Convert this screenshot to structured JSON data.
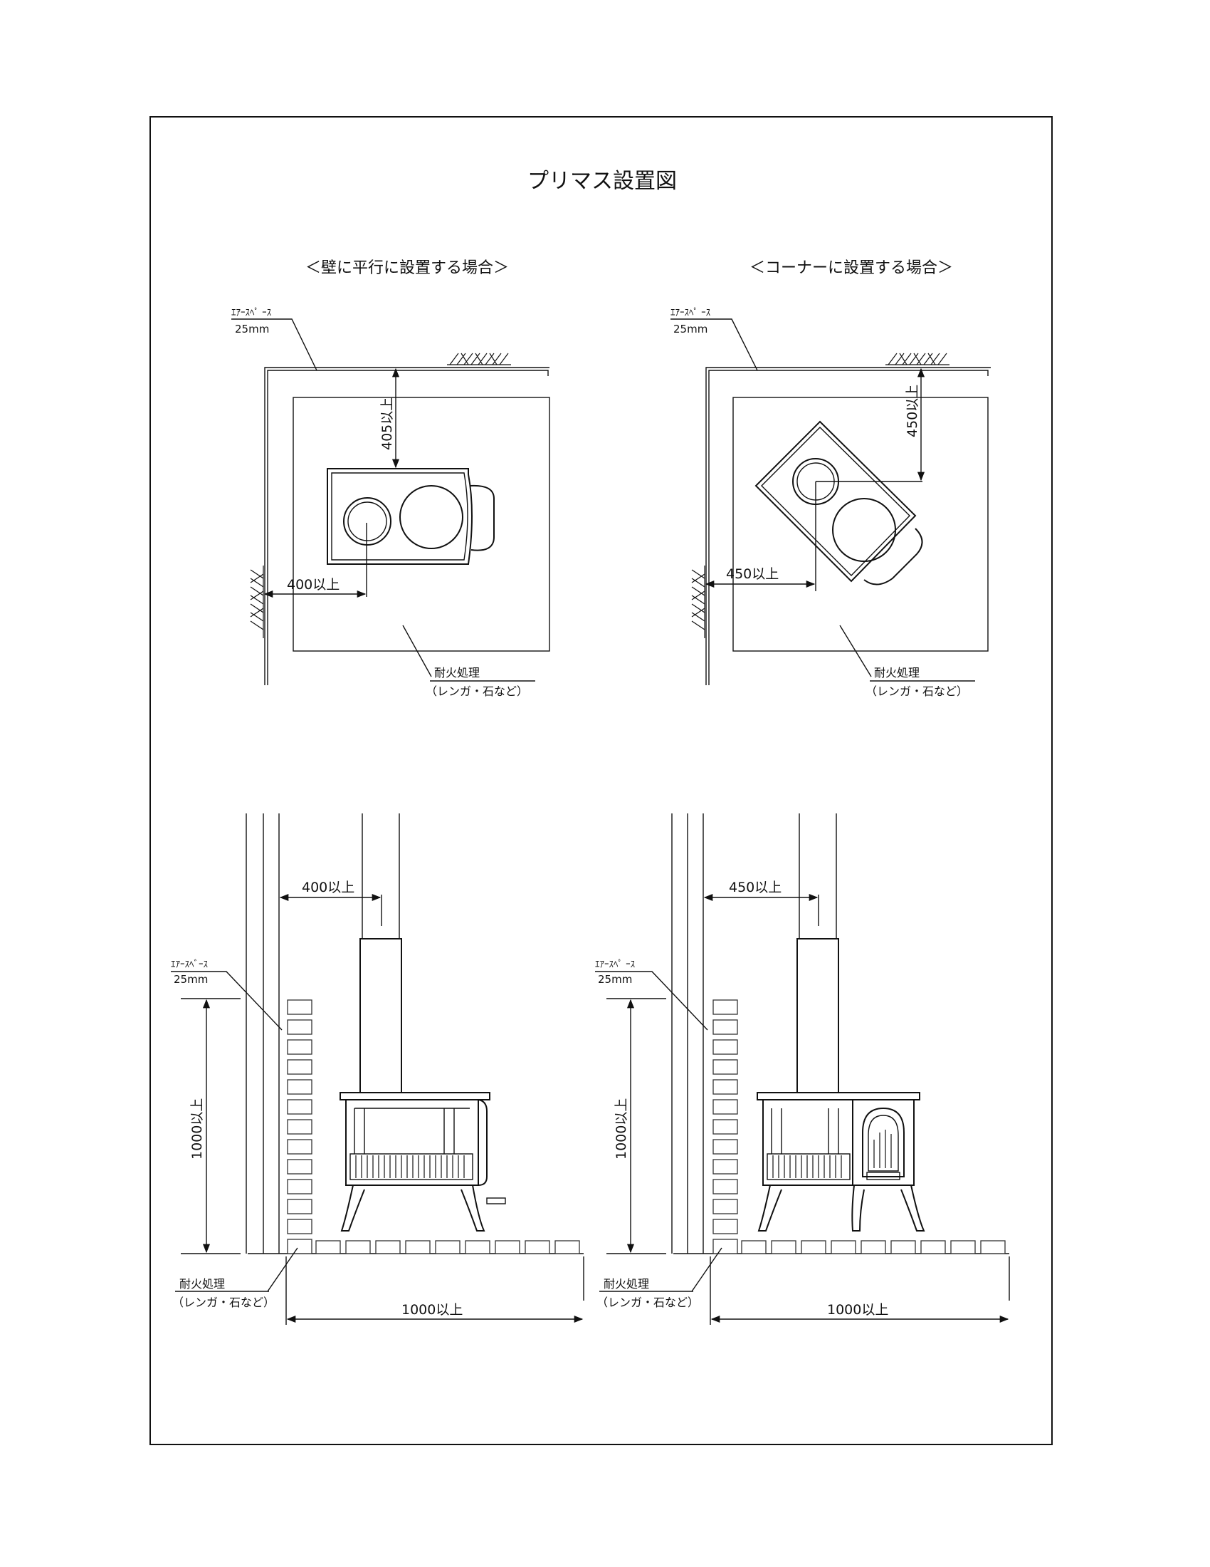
{
  "title": "プリマス設置図",
  "sections": {
    "parallel": {
      "heading": "＜壁に平行に設置する場合＞"
    },
    "corner": {
      "heading": "＜コーナーに設置する場合＞"
    }
  },
  "labels": {
    "air_space": "ｴｱｰｽﾍﾟ ｰｽ",
    "air_space_side": "ｴｱｰｽﾍﾞｰｽ",
    "air_space_value": "25mm",
    "fireproof": "耐火処理",
    "fireproof_note": "（レンガ・石など）"
  },
  "dimensions": {
    "parallel_top": "405以上",
    "parallel_side": "400以上",
    "corner_top": "450以上",
    "corner_side": "450以上",
    "elev_parallel_side": "400以上",
    "elev_corner_side": "450以上",
    "wall_height": "1000以上",
    "floor_width": "1000以上"
  }
}
